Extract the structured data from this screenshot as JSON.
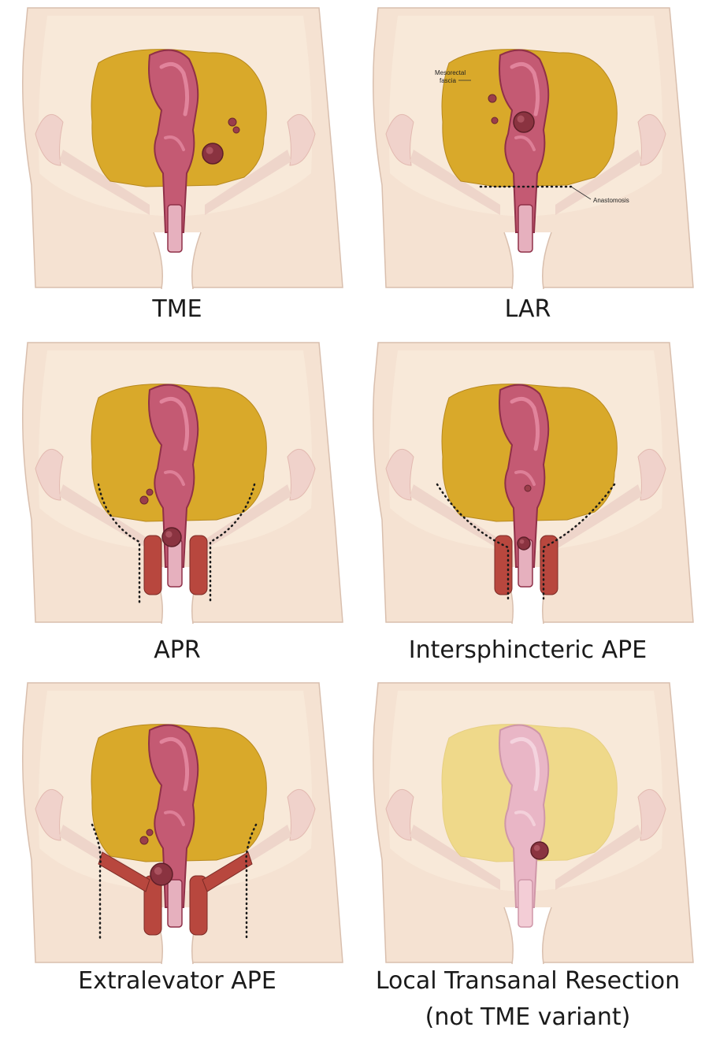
{
  "panels": [
    {
      "id": "tme",
      "caption": "TME"
    },
    {
      "id": "lar",
      "caption": "LAR",
      "annotations": {
        "fascia_line1": "Mesorectal",
        "fascia_line2": "fascia",
        "anastomosis": "Anastomosis"
      }
    },
    {
      "id": "apr",
      "caption": "APR"
    },
    {
      "id": "isape",
      "caption": "Intersphincteric APE"
    },
    {
      "id": "elape",
      "caption": "Extralevator APE"
    },
    {
      "id": "local",
      "caption": "Local Transanal Resection",
      "caption_line2": "(not TME variant)"
    }
  ],
  "colors": {
    "skin": "#f5e2d2",
    "skin_outline": "#d9bfae",
    "mesorectum": "#d9a92a",
    "mesorectum_light": "#efd98a",
    "rectum": "#c45a73",
    "rectum_light": "#e9b6c6",
    "tumor": "#8a3340",
    "muscle": "#b8473e",
    "dotted": "#1a1a1a"
  }
}
